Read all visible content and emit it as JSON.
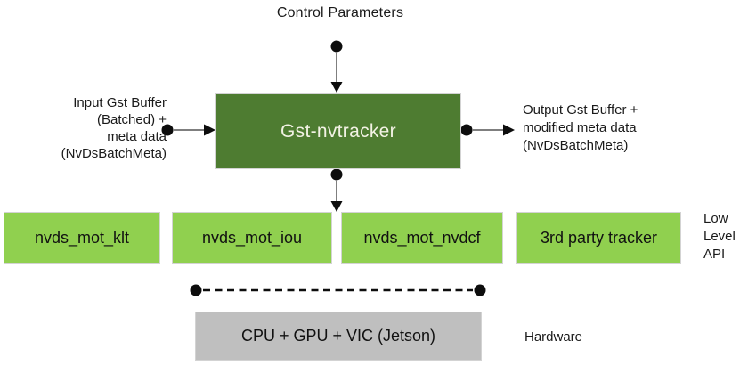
{
  "diagram": {
    "control_parameters_label": "Control Parameters",
    "main_box_label": "Gst-nvtracker",
    "input_label": "Input Gst Buffer\n(Batched) +\nmeta data\n(NvDsBatchMeta)",
    "output_label": "Output Gst Buffer +\nmodified meta data\n(NvDsBatchMeta)",
    "low_level_boxes": [
      "nvds_mot_klt",
      "nvds_mot_iou",
      "nvds_mot_nvdcf",
      "3rd party tracker"
    ],
    "low_level_api_label": "Low\nLevel\nAPI",
    "hardware_box_label": "CPU + GPU + VIC (Jetson)",
    "hardware_label": "Hardware",
    "colors": {
      "dark_green": "#4e7c31",
      "light_green": "#90d04f",
      "hardware_gray": "#bfbfbf",
      "connector_gray": "#7f7f7f",
      "marker_black": "#0d0d0d",
      "text_color": "#1a1a1a",
      "box_text_light": "#f2f2e4",
      "border_light": "#d3d3d3"
    }
  }
}
